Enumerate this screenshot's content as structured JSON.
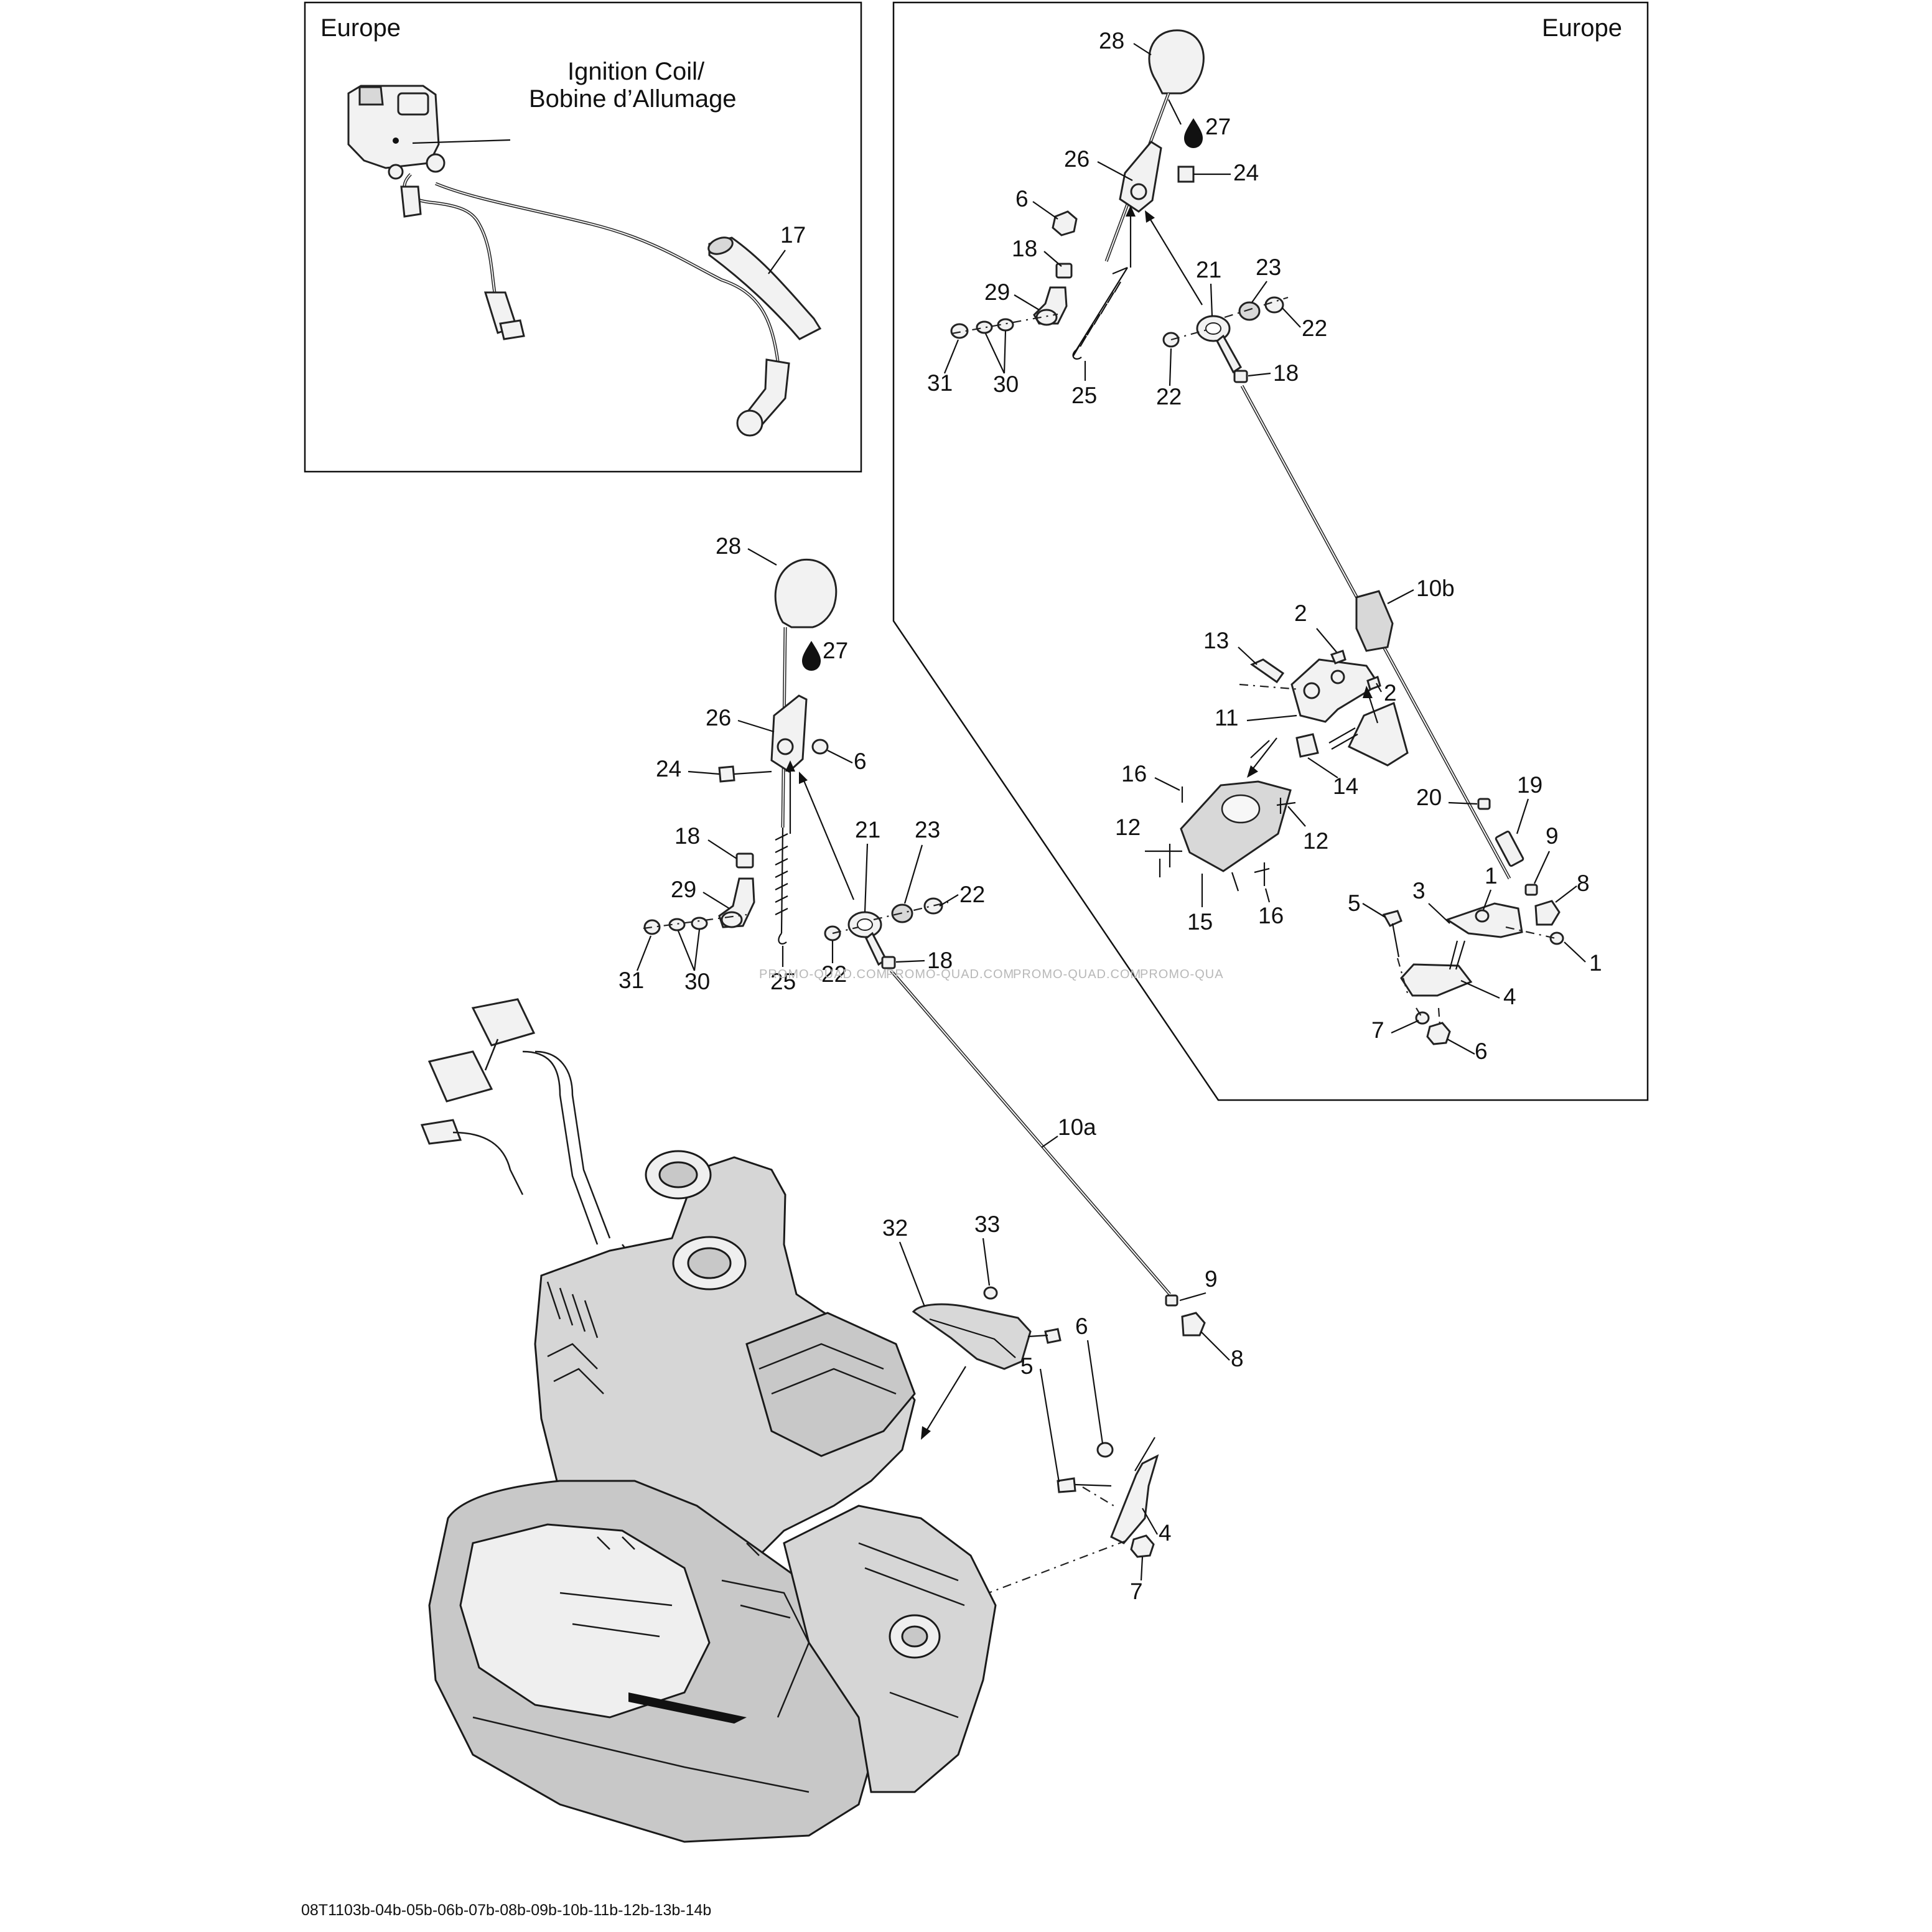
{
  "regions": {
    "left_inset": "Europe",
    "right_inset": "Europe"
  },
  "ignition_coil_label": {
    "line1": "Ignition Coil/",
    "line2": "Bobine d’Allumage"
  },
  "watermark": [
    "PROMO-QUAD.COM",
    "PROMO-QUAD.COM",
    "PROMO-QUAD.COM",
    "PROMO-QUA"
  ],
  "drawing_code": "08T1103b-04b-05b-06b-07b-08b-09b-10b-11b-12b-13b-14b",
  "callouts": {
    "ins_17": "17",
    "eu_28": "28",
    "eu_27": "27",
    "eu_26": "26",
    "eu_24": "24",
    "eu_6": "6",
    "eu_18a": "18",
    "eu_29": "29",
    "eu_21": "21",
    "eu_23": "23",
    "eu_22a": "22",
    "eu_31": "31",
    "eu_30": "30",
    "eu_25": "25",
    "eu_22b": "22",
    "eu_18b": "18",
    "eu_10b": "10b",
    "eu_2a": "2",
    "eu_13": "13",
    "eu_2b": "2",
    "eu_11": "11",
    "eu_14": "14",
    "eu_16a": "16",
    "eu_12a": "12",
    "eu_12b": "12",
    "eu_15": "15",
    "eu_16b": "16",
    "eu_19": "19",
    "eu_20": "20",
    "eu_9": "9",
    "eu_8": "8",
    "eu_5": "5",
    "eu_3": "3",
    "eu_1a": "1",
    "eu_1b": "1",
    "eu_4": "4",
    "eu_7": "7",
    "eu_6b": "6",
    "m_28": "28",
    "m_27": "27",
    "m_26": "26",
    "m_6": "6",
    "m_24": "24",
    "m_18a": "18",
    "m_21": "21",
    "m_23": "23",
    "m_29": "29",
    "m_22a": "22",
    "m_22b": "22",
    "m_18b": "18",
    "m_31": "31",
    "m_30": "30",
    "m_25": "25",
    "m_10a": "10a",
    "m_32": "32",
    "m_33": "33",
    "m_9": "9",
    "m_6b": "6",
    "m_8": "8",
    "m_5": "5",
    "m_4": "4",
    "m_7": "7"
  },
  "colors": {
    "line": "#111111",
    "engine_fill": "#d6d6d6",
    "watermark": "#b8b8b8",
    "background": "#ffffff"
  },
  "icons": [
    "oil-drop-icon"
  ]
}
